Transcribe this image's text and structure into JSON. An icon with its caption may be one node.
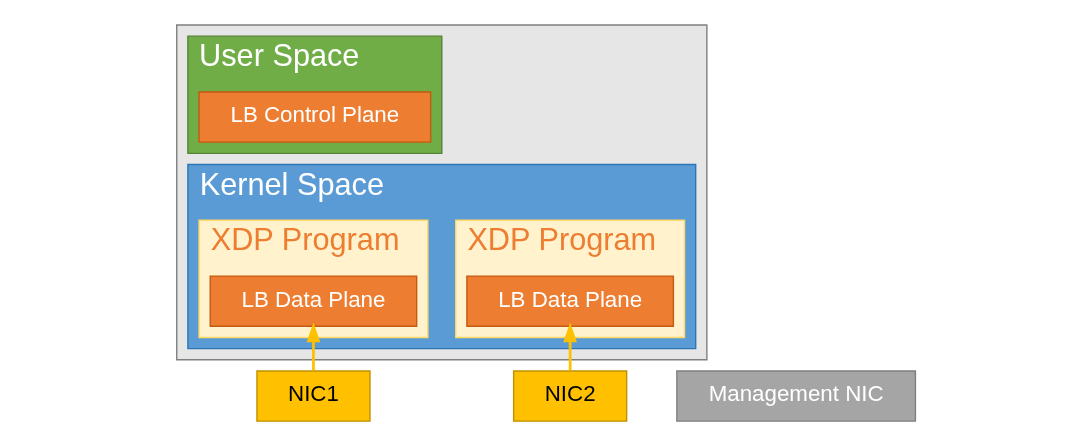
{
  "diagram": {
    "nodes": [
      {
        "text": [],
        "shape": "box"
      },
      {
        "text": [
          "User Space"
        ],
        "in": 0
      },
      {
        "text": [
          "LB Control Plane"
        ],
        "in": 1
      },
      {
        "text": [
          "Kernel Space"
        ],
        "in": 0
      },
      {
        "text": [
          "XDP Program"
        ],
        "in": 3
      },
      {
        "text": [
          "LB Data Plane"
        ],
        "in": 4
      },
      {
        "text": [
          "XDP Program"
        ],
        "in": 3
      },
      {
        "text": [
          "LB Data Plane"
        ],
        "in": 6
      },
      {
        "text": [
          "Management NIC"
        ]
      },
      {
        "text": [
          "NIC1"
        ]
      },
      {
        "text": [
          "NIC2"
        ]
      }
    ],
    "edges": [
      {
        "from": 9,
        "to": 4,
        "arrow": "to"
      },
      {
        "from": 10,
        "to": 6,
        "arrow": "to"
      }
    ]
  }
}
